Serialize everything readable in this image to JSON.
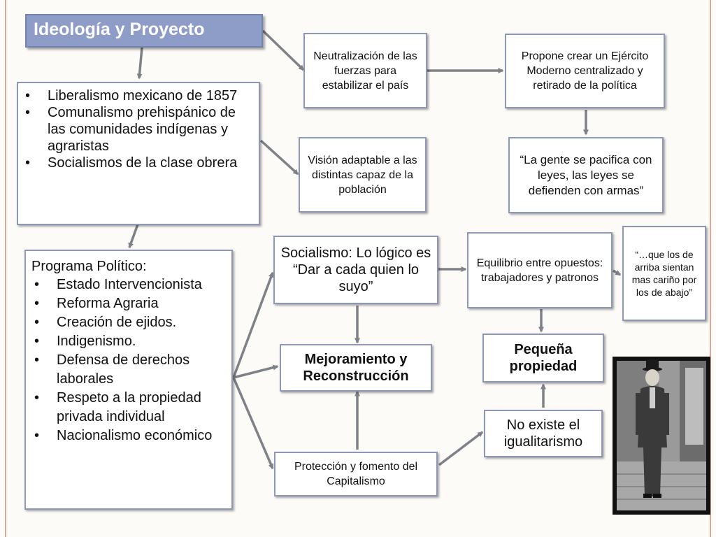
{
  "title": "Ideología y Proyecto",
  "ideology_list": [
    "Liberalismo mexicano de 1857",
    "Comunalismo prehispánico de las comunidades indígenas y agraristas",
    "Socialismos de la clase obrera"
  ],
  "program": {
    "heading": "Programa Político:",
    "items": [
      "Estado Intervencionista",
      "Reforma Agraria",
      "Creación de ejidos.",
      "Indigenismo.",
      "Defensa de derechos laborales",
      "Respeto a la propiedad privada individual",
      "Nacionalismo económico"
    ]
  },
  "nodes": {
    "neutralizacion": "Neutralización de las fuerzas para estabilizar el país",
    "ejercito": "Propone crear un Ejército Moderno centralizado y retirado de la política",
    "vision": "Visión adaptable a las distintas capaz de la población",
    "gente": "“La gente se pacifica con leyes, las leyes se defienden con armas”",
    "socialismo": "Socialismo: Lo lógico es “Dar a cada quien lo suyo”",
    "equilibrio": "Equilibrio entre opuestos: trabajadores y patronos",
    "arriba": "“…que los de arriba sientan mas cariño por los de abajo”",
    "mejoramiento": "Mejoramiento y Reconstrucción",
    "pequena": "Pequeña propiedad",
    "no_existe": "No existe el igualitarismo",
    "proteccion": "Protección y fomento del Capitalismo"
  },
  "colors": {
    "accent": "#8e9cc8",
    "box_border": "#8c98b6",
    "arrow": "#7f8188",
    "edge_left": "#e6a59a",
    "edge_right": "#e6a59a"
  },
  "icons": {
    "photo": "portrait-photo"
  }
}
